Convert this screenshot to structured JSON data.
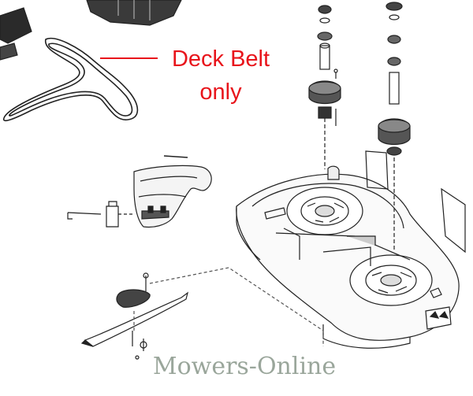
{
  "callout": {
    "line1": "Deck Belt",
    "line2": "only",
    "color": "#e8141b"
  },
  "watermark": {
    "text": "Mowers-Online",
    "color": "#9aa69b"
  },
  "parts": [
    "deck-belt",
    "belt-guard",
    "mower-deck",
    "blade",
    "spindle-assembly-left",
    "spindle-assembly-right",
    "hardware"
  ]
}
